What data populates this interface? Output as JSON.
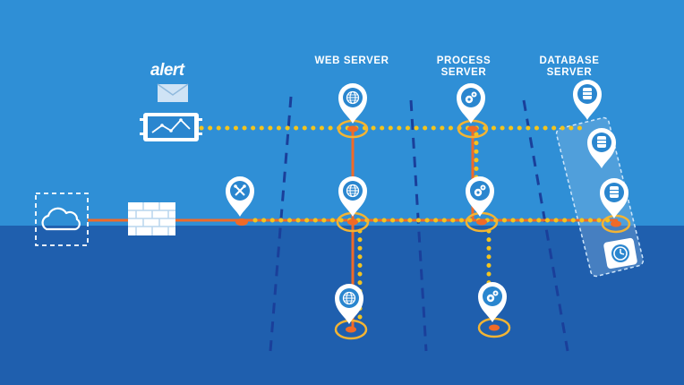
{
  "colors": {
    "sky": "#2f8fd6",
    "ground": "#1f5fae",
    "link_orange": "#f06a28",
    "dot_yellow": "#f3c41e",
    "divider": "#1a3f9a",
    "pin_white": "#ffffff",
    "pin_icon": "#2a86cf"
  },
  "labels": {
    "alert": "alert",
    "web_server": "WEB SERVER",
    "process_server_line1": "PROCESS",
    "process_server_line2": "SERVER",
    "database_server_line1": "DATABASE",
    "database_server_line2": "SERVER"
  },
  "icons": {
    "cloud": "cloud-icon",
    "firewall": "brick-wall-icon",
    "monitor": "monitor-graph-icon",
    "envelope": "envelope-icon",
    "pin_globe": "globe-icon",
    "pin_gears": "gears-icon",
    "pin_tools": "tools-icon",
    "pin_db": "database-icon",
    "clock": "clock-icon"
  }
}
